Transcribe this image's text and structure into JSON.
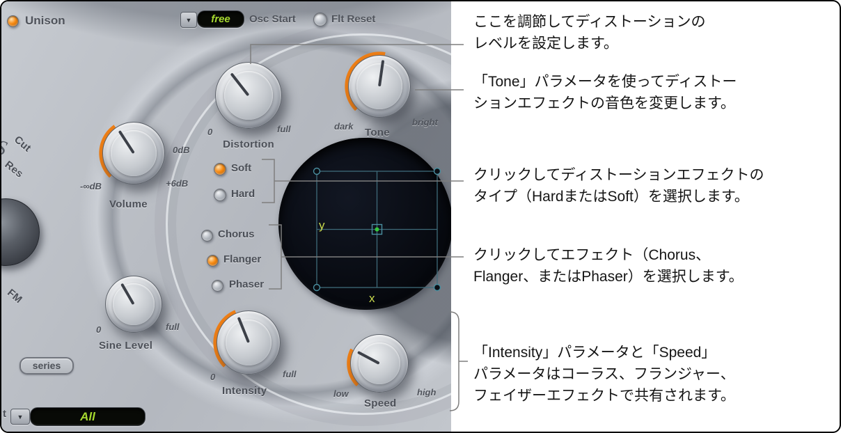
{
  "colors": {
    "accent_orange": "#ef7f16",
    "lcd_green": "#a6d92f",
    "panel_text": "#4b4f57",
    "xy_grid_teal": "#4a8fa0",
    "xy_label_green": "#c9da4d",
    "xy_dot_green": "#35c73c"
  },
  "top_bar": {
    "unison_label": "Unison",
    "osc_start_value": "free",
    "osc_start_label": "Osc Start",
    "flt_reset_label": "Flt Reset",
    "dropdown_arrow": "▼"
  },
  "knobs": {
    "distortion": {
      "label": "Distortion",
      "min": "0",
      "max": "full"
    },
    "tone": {
      "label": "Tone",
      "min": "dark",
      "max": "bright"
    },
    "volume": {
      "label": "Volume",
      "min": "-∞dB",
      "mid": "0dB",
      "max": "+6dB"
    },
    "sine_level": {
      "label": "Sine Level",
      "min": "0",
      "max": "full"
    },
    "intensity": {
      "label": "Intensity",
      "min": "0",
      "max": "full"
    },
    "speed": {
      "label": "Speed",
      "min": "low",
      "max": "high"
    }
  },
  "distortion_type": {
    "options": [
      {
        "label": "Soft",
        "selected": true
      },
      {
        "label": "Hard",
        "selected": false
      }
    ]
  },
  "modulation_effect": {
    "options": [
      {
        "label": "Chorus",
        "selected": false
      },
      {
        "label": "Flanger",
        "selected": true
      },
      {
        "label": "Phaser",
        "selected": false
      }
    ]
  },
  "xy_pad": {
    "x_label": "x",
    "y_label": "y"
  },
  "series_button_label": "series",
  "bottom_dropdown": {
    "value": "All",
    "arrow": "▼"
  },
  "left_edge_labels": {
    "cut": "Cut",
    "res": "Res",
    "fm": "FM",
    "script": "S",
    "partial": "t"
  },
  "annotations": [
    {
      "text": "ここを調節してディストーションの\nレベルを設定します。"
    },
    {
      "text": "「Tone」パラメータを使ってディストー\nションエフェクトの音色を変更します。"
    },
    {
      "text": "クリックしてディストーションエフェクトの\nタイプ（HardまたはSoft）を選択します。"
    },
    {
      "text": "クリックしてエフェクト（Chorus、\nFlanger、またはPhaser）を選択します。"
    },
    {
      "text": "「Intensity」パラメータと「Speed」\nパラメータはコーラス、フランジャー、\nフェイザーエフェクトで共有されます。"
    }
  ]
}
